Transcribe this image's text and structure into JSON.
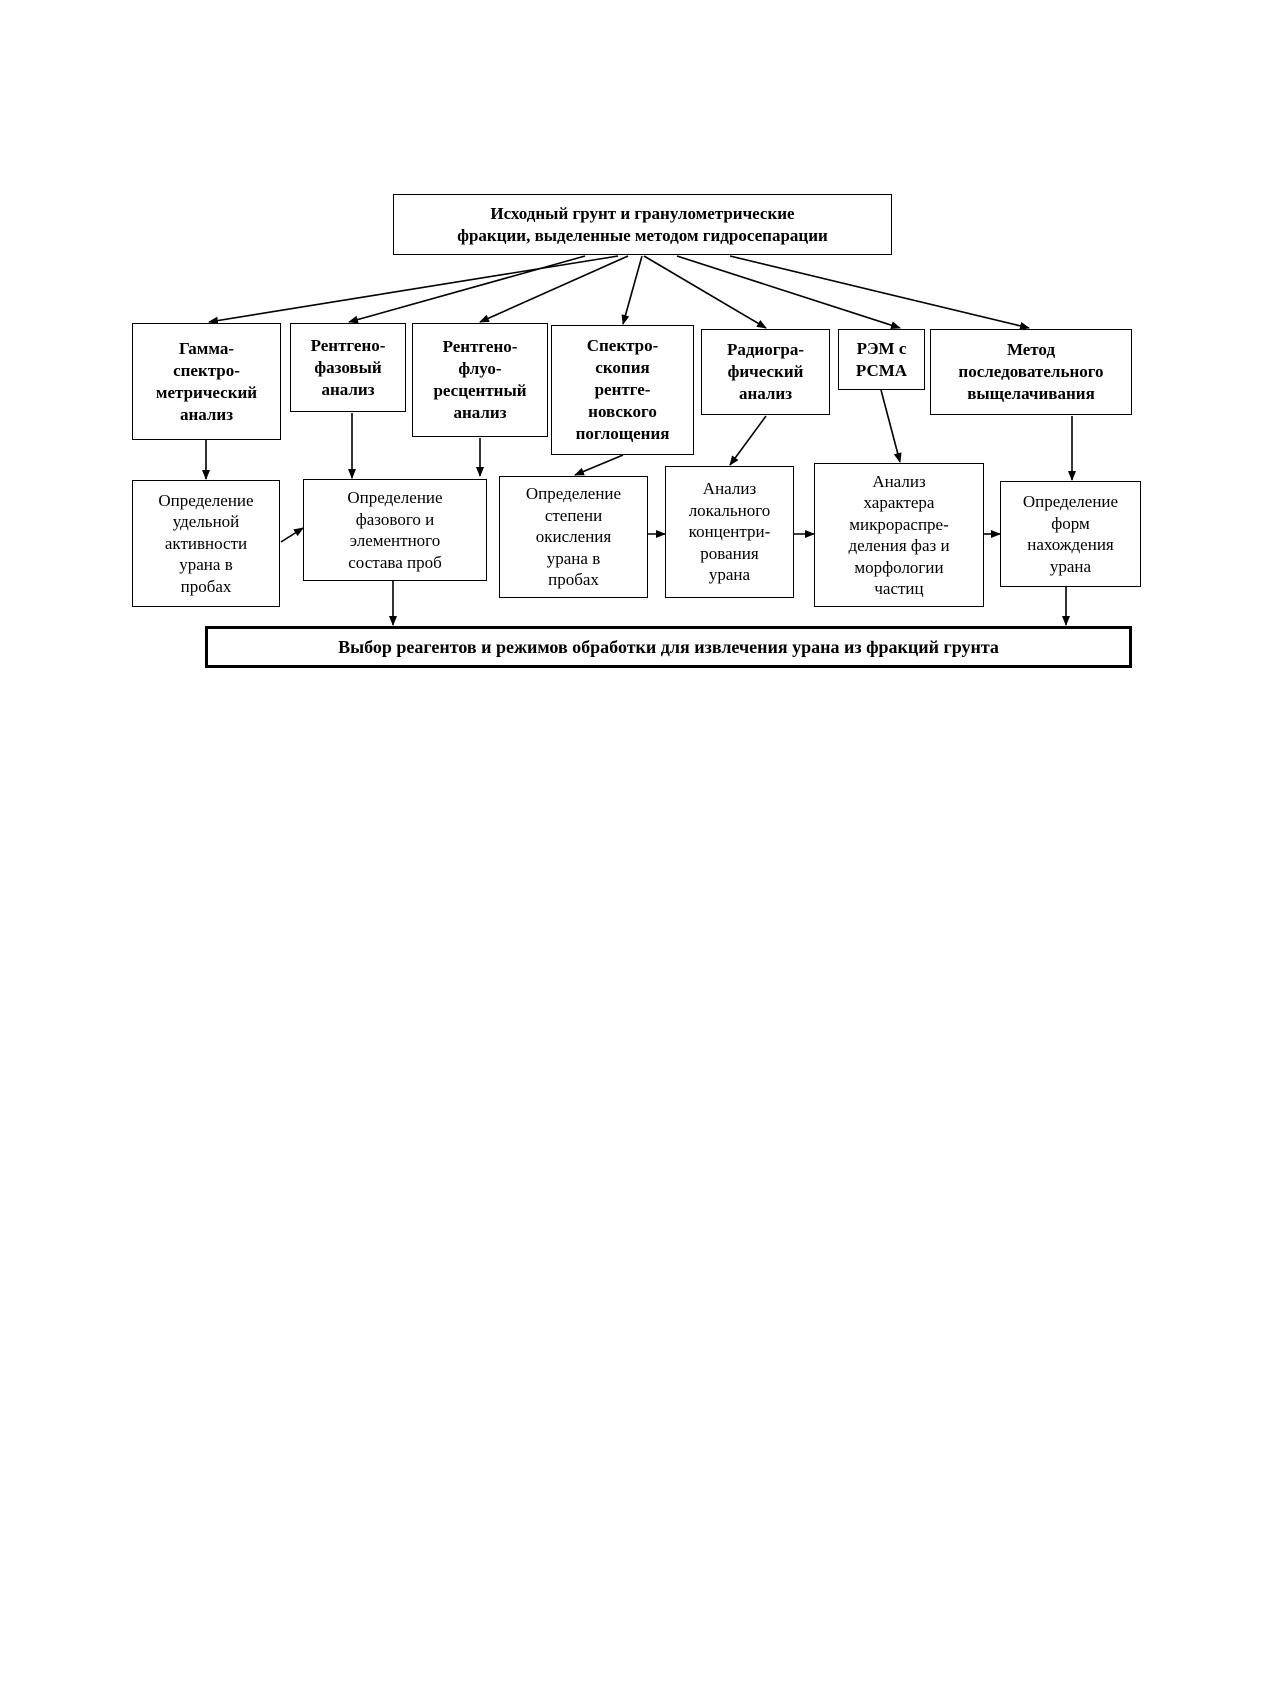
{
  "source": "Исходный грунт и гранулометрические\nфракции, выделенные методом гидросепарации",
  "methods": [
    "Гамма-\nспектро-\nметрический\nанализ",
    "Рентгено-\nфазовый\nанализ",
    "Рентгено-\nфлуо-\nресцентный\nанализ",
    "Спектро-\nскопия\nрентге-\nновского\nпоглощения",
    "Радиогра-\nфический\nанализ",
    "РЭМ с\nРСМА",
    "Метод\nпоследовательного\nвыщелачивания"
  ],
  "results": [
    "Определение\nудельной\nактивности\nурана в\nпробах",
    "Определение\nфазового и\nэлементного\nсостава проб",
    "Определение\nстепени\nокисления\nурана в\nпробах",
    "Анализ\nлокального\nконцентри-\nрования\nурана",
    "Анализ\nхарактера\nмикрораспре-\nделения фаз и\nморфологии\nчастиц",
    "Определение\nформ\nнахождения\nурана"
  ],
  "final": "Выбор реагентов и режимов обработки для извлечения урана из фракций грунта"
}
